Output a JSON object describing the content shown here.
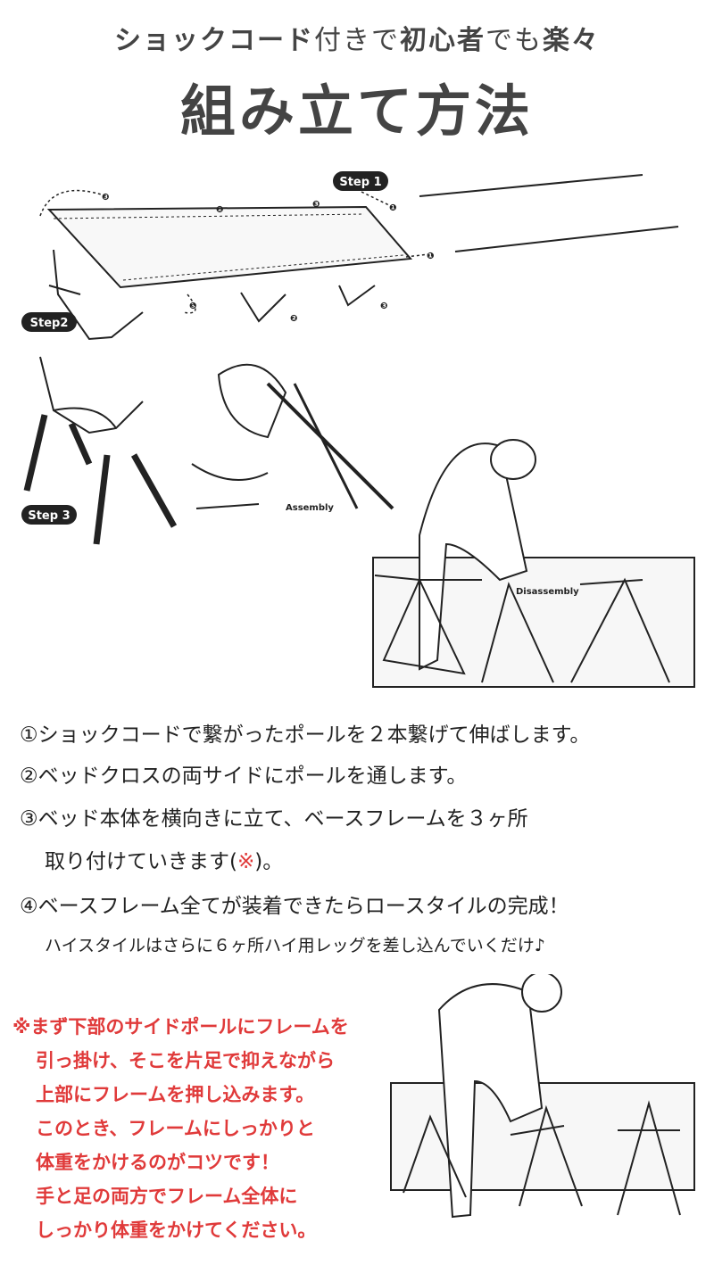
{
  "header": {
    "subtitle_part1": "ショックコード",
    "subtitle_part2": "付きで",
    "subtitle_part3": "初心者",
    "subtitle_part4": "でも",
    "subtitle_part5": "楽々",
    "title": "組み立て方法"
  },
  "illustration": {
    "step1_label": "Step 1",
    "step2_label": "Step2",
    "step3_label": "Step 3",
    "assembly_label": "Assembly",
    "disassembly_label": "Disassembly",
    "marker_1": "❶",
    "marker_2": "❷",
    "marker_3": "❸"
  },
  "steps": {
    "step1": "①ショックコードで繋がったポールを２本繋げて伸ばします。",
    "step2": "②ベッドクロスの両サイドにポールを通します。",
    "step3_line1": "③ベッド本体を横向きに立て、ベースフレームを３ヶ所",
    "step3_line2_a": "取り付けていきます(",
    "step3_line2_mark": "※",
    "step3_line2_b": ")。",
    "step4_line1": "④ベースフレーム全てが装着できたらロースタイルの完成！",
    "step4_line2": "ハイスタイルはさらに６ヶ所ハイ用レッグを差し込んでいくだけ♪"
  },
  "note": {
    "line1": "※まず下部のサイドポールにフレームを",
    "line2": "引っ掛け、そこを片足で抑えながら",
    "line3": "上部にフレームを押し込みます。",
    "line4": "このとき、フレームにしっかりと",
    "line5": "体重をかけるのがコツです！",
    "line6": "手と足の両方でフレーム全体に",
    "line7": "しっかり体重をかけてください。"
  },
  "colors": {
    "heading": "#444444",
    "accent_red": "#e03a3a",
    "badge": "#222222"
  }
}
